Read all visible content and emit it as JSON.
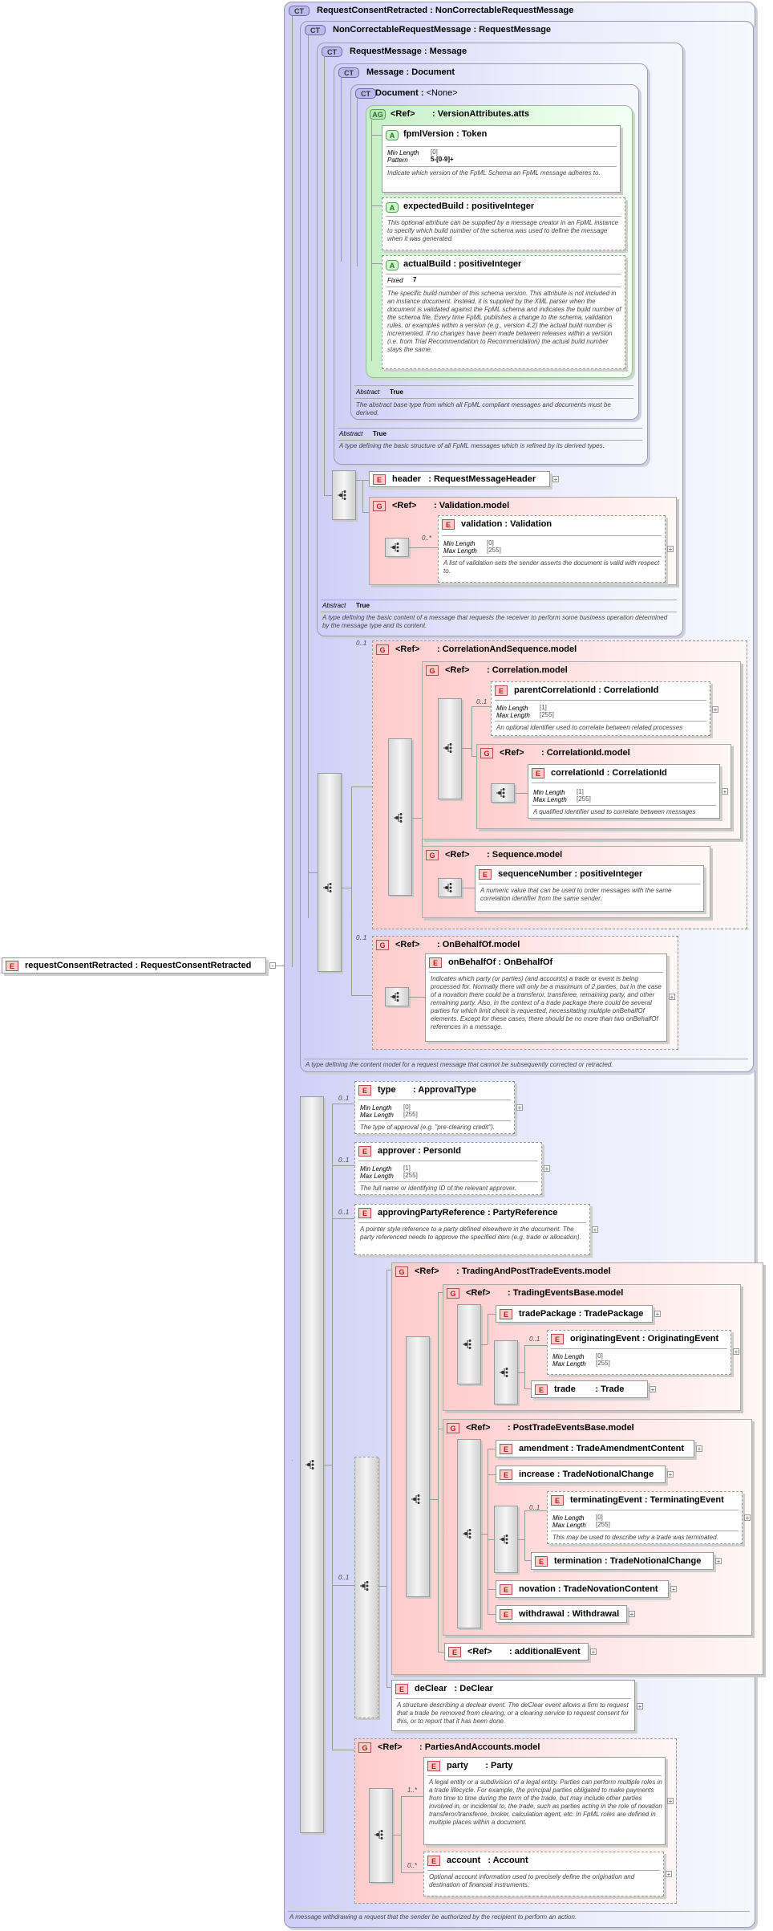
{
  "root_element": {
    "badge": "E",
    "name": "requestConsentRetracted",
    "type": "RequestConsentRetracted"
  },
  "ct_request_consent_retracted": {
    "badge": "CT",
    "name": "RequestConsentRetracted",
    "base": "NonCorrectableRequestMessage",
    "doc": "A message withdrawing a request that the sender be authorized by the recipient to perform an action."
  },
  "ct_non_correctable": {
    "badge": "CT",
    "name": "NonCorrectableRequestMessage",
    "base": "RequestMessage",
    "doc": "A type defining the content model for a request message that cannot be subsequently corrected or retracted."
  },
  "ct_request_message": {
    "badge": "CT",
    "name": "RequestMessage",
    "base": "Message",
    "abstract_label": "Abstract",
    "abstract_value": "True",
    "doc": "A type defining the basic content of a message that requests the receiver to perform some business operation determined by the message type and its content."
  },
  "ct_message": {
    "badge": "CT",
    "name": "Message",
    "base": "Document",
    "abstract_label": "Abstract",
    "abstract_value": "True",
    "doc": "A type defining the basic structure of all FpML messages which is refined by its derived types."
  },
  "ct_document": {
    "badge": "CT",
    "name": "Document",
    "base": "<None>",
    "abstract_label": "Abstract",
    "abstract_value": "True",
    "doc": "The abstract base type from which all FpML compliant messages and documents must be derived."
  },
  "attribute_group": {
    "badge": "AG",
    "ref": "<Ref>",
    "name": "VersionAttributes.atts"
  },
  "attr_fpml_version": {
    "badge": "A",
    "name": "fpmlVersion",
    "type": "Token",
    "facet1_label": "Min Length",
    "facet1_value": "[0]",
    "facet2_label": "Pattern",
    "facet2_value": "5-[0-9]+",
    "doc": "Indicate which version of the FpML Schema an FpML message adheres to."
  },
  "attr_expected_build": {
    "badge": "A",
    "name": "expectedBuild",
    "type": "positiveInteger",
    "doc": "This optional attribute can be supplied by a message creator in an FpML instance to specify which build number of the schema was used to define the message when it was generated."
  },
  "attr_actual_build": {
    "badge": "A",
    "name": "actualBuild",
    "type": "positiveInteger",
    "facet1_label": "Fixed",
    "facet1_value": "7",
    "doc": "The specific build number of this schema version. This attribute is not included in an instance document. Instead, it is supplied by the XML parser when the document is validated against the FpML schema and indicates the build number of the schema file. Every time FpML publishes a change to the schema, validation rules, or examples within a version (e.g., version 4.2) the actual build number is incremented. If no changes have been made between releases within a version (i.e. from Trial Recommendation to Recommendation) the actual build number stays the same."
  },
  "el_header": {
    "badge": "E",
    "name": "header",
    "type": "RequestMessageHeader"
  },
  "grp_validation": {
    "badge": "G",
    "ref": "<Ref>",
    "name": "Validation.model"
  },
  "el_validation": {
    "badge": "E",
    "name": "validation",
    "type": "Validation",
    "card": "0..*",
    "facet1_label": "Min Length",
    "facet1_value": "[0]",
    "facet2_label": "Max Length",
    "facet2_value": "[255]",
    "doc": "A list of validation sets the sender asserts the document is valid with respect to."
  },
  "grp_corr_seq": {
    "badge": "G",
    "ref": "<Ref>",
    "name": "CorrelationAndSequence.model",
    "card": "0..1"
  },
  "grp_correlation": {
    "badge": "G",
    "ref": "<Ref>",
    "name": "Correlation.model"
  },
  "el_parent_corr": {
    "badge": "E",
    "name": "parentCorrelationId",
    "type": "CorrelationId",
    "card": "0..1",
    "facet1_label": "Min Length",
    "facet1_value": "[1]",
    "facet2_label": "Max Length",
    "facet2_value": "[255]",
    "doc": "An optional identifier used to correlate between related processes"
  },
  "grp_corr_id": {
    "badge": "G",
    "ref": "<Ref>",
    "name": "CorrelationId.model"
  },
  "el_corr_id": {
    "badge": "E",
    "name": "correlationId",
    "type": "CorrelationId",
    "facet1_label": "Min Length",
    "facet1_value": "[1]",
    "facet2_label": "Max Length",
    "facet2_value": "[255]",
    "doc": "A qualified identifier used to correlate between messages"
  },
  "grp_sequence": {
    "badge": "G",
    "ref": "<Ref>",
    "name": "Sequence.model"
  },
  "el_seq_number": {
    "badge": "E",
    "name": "sequenceNumber",
    "type": "positiveInteger",
    "doc": "A numeric value that can be used to order messages with the same correlation identifier from the same sender."
  },
  "grp_on_behalf": {
    "badge": "G",
    "ref": "<Ref>",
    "name": "OnBehalfOf.model",
    "card": "0..1"
  },
  "el_on_behalf": {
    "badge": "E",
    "name": "onBehalfOf",
    "type": "OnBehalfOf",
    "doc": "Indicates which party (or parties) (and accounts) a trade or event is being processed for. Normally there will only be a maximum of 2 parties, but in the case of a novation there could be a transferor, transferee, remaining party, and other remaining party. Also, in the context of a trade package there could be several parties for which limit check is requested, necessitating multiple onBehalfOf elements. Except for these cases, there should be no more than two onBehalfOf references in a message."
  },
  "el_type": {
    "badge": "E",
    "name": "type",
    "type": "ApprovalType",
    "card": "0..1",
    "facet1_label": "Min Length",
    "facet1_value": "[0]",
    "facet2_label": "Max Length",
    "facet2_value": "[255]",
    "doc": "The type of approval (e.g. \"pre-clearing credit\")."
  },
  "el_approver": {
    "badge": "E",
    "name": "approver",
    "type": "PersonId",
    "card": "0..1",
    "facet1_label": "Min Length",
    "facet1_value": "[1]",
    "facet2_label": "Max Length",
    "facet2_value": "[255]",
    "doc": "The full name or identifying ID of the relevant approver."
  },
  "el_approving_party": {
    "badge": "E",
    "name": "approvingPartyReference",
    "type": "PartyReference",
    "card": "0..1",
    "doc": "A pointer style reference to a party defined elsewhere in the document. The party referenced needs to approve the specified item (e.g. trade or allocation)."
  },
  "grp_trading_post": {
    "badge": "G",
    "ref": "<Ref>",
    "name": "TradingAndPostTradeEvents.model"
  },
  "grp_trading_base": {
    "badge": "G",
    "ref": "<Ref>",
    "name": "TradingEventsBase.model"
  },
  "el_trade_package": {
    "badge": "E",
    "name": "tradePackage",
    "type": "TradePackage"
  },
  "el_originating": {
    "badge": "E",
    "name": "originatingEvent",
    "type": "OriginatingEvent",
    "card": "0..1",
    "facet1_label": "Min Length",
    "facet1_value": "[0]",
    "facet2_label": "Max Length",
    "facet2_value": "[255]"
  },
  "el_trade": {
    "badge": "E",
    "name": "trade",
    "type": "Trade"
  },
  "grp_post_trade": {
    "badge": "G",
    "ref": "<Ref>",
    "name": "PostTradeEventsBase.model"
  },
  "el_amendment": {
    "badge": "E",
    "name": "amendment",
    "type": "TradeAmendmentContent"
  },
  "el_increase": {
    "badge": "E",
    "name": "increase",
    "type": "TradeNotionalChange"
  },
  "el_terminating": {
    "badge": "E",
    "name": "terminatingEvent",
    "type": "TerminatingEvent",
    "card": "0..1",
    "facet1_label": "Min Length",
    "facet1_value": "[0]",
    "facet2_label": "Max Length",
    "facet2_value": "[255]",
    "doc": "This may be used to describe why a trade was terminated."
  },
  "el_termination": {
    "badge": "E",
    "name": "termination",
    "type": "TradeNotionalChange"
  },
  "el_novation": {
    "badge": "E",
    "name": "novation",
    "type": "TradeNovationContent"
  },
  "el_withdrawal": {
    "badge": "E",
    "name": "withdrawal",
    "type": "Withdrawal"
  },
  "el_additional": {
    "badge": "E",
    "ref": "<Ref>",
    "name": "additionalEvent"
  },
  "el_declear": {
    "badge": "E",
    "name": "deClear",
    "type": "DeClear",
    "doc": "A structure describing a declear event. The deClear event allows a firm to request that a trade be removed from clearing, or a clearing service to request consent for this, or to report that it has been done."
  },
  "grp_parties": {
    "badge": "G",
    "ref": "<Ref>",
    "name": "PartiesAndAccounts.model"
  },
  "el_party": {
    "badge": "E",
    "name": "party",
    "type": "Party",
    "card": "1..*",
    "doc": "A legal entity or a subdivision of a legal entity. Parties can perform multiple roles in a trade lifecycle. For example, the principal parties obligated to make payments from time to time during the term of the trade, but may include other parties involved in, or incidental to, the trade, such as parties acting in the role of novation transferor/transferee, broker, calculation agent, etc. In FpML roles are defined in multiple places within a document."
  },
  "el_account": {
    "badge": "E",
    "name": "account",
    "type": "Account",
    "card": "0..*",
    "doc": "Optional account information used to precisely define the origination and destination of financial instruments."
  },
  "colors": {
    "complex_type": "#cfcff7",
    "attribute_group": "#c6f0c6",
    "group": "#ffcccc",
    "element_badge": "#b02020"
  },
  "choice_card": "0..1"
}
